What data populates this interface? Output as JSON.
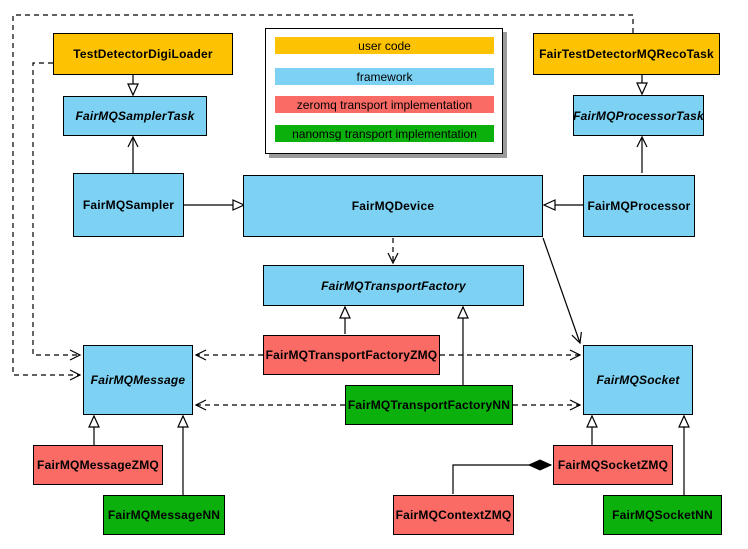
{
  "legend": {
    "items": [
      {
        "label": "user code",
        "color": "#FDC202"
      },
      {
        "label": "framework",
        "color": "#7DD2F4"
      },
      {
        "label": "zeromq transport implementation",
        "color": "#FB6B66"
      },
      {
        "label": "nanomsg transport implementation",
        "color": "#0CB00C"
      }
    ]
  },
  "nodes": {
    "digi_loader": {
      "label": "TestDetectorDigiLoader",
      "category": "user code",
      "abstract": false
    },
    "sampler_task": {
      "label": "FairMQSamplerTask",
      "category": "framework",
      "abstract": true
    },
    "sampler": {
      "label": "FairMQSampler",
      "category": "framework",
      "abstract": false
    },
    "reco_task": {
      "label": "FairTestDetectorMQRecoTask",
      "category": "user code",
      "abstract": false
    },
    "processor_task": {
      "label": "FairMQProcessorTask",
      "category": "framework",
      "abstract": true
    },
    "device": {
      "label": "FairMQDevice",
      "category": "framework",
      "abstract": false
    },
    "processor": {
      "label": "FairMQProcessor",
      "category": "framework",
      "abstract": false
    },
    "transport_factory": {
      "label": "FairMQTransportFactory",
      "category": "framework",
      "abstract": true
    },
    "transport_factory_zmq": {
      "label": "FairMQTransportFactoryZMQ",
      "category": "zeromq transport implementation",
      "abstract": false
    },
    "transport_factory_nn": {
      "label": "FairMQTransportFactoryNN",
      "category": "nanomsg transport implementation",
      "abstract": false
    },
    "message": {
      "label": "FairMQMessage",
      "category": "framework",
      "abstract": true
    },
    "socket": {
      "label": "FairMQSocket",
      "category": "framework",
      "abstract": true
    },
    "message_zmq": {
      "label": "FairMQMessageZMQ",
      "category": "zeromq transport implementation",
      "abstract": false
    },
    "message_nn": {
      "label": "FairMQMessageNN",
      "category": "nanomsg transport implementation",
      "abstract": false
    },
    "context_zmq": {
      "label": "FairMQContextZMQ",
      "category": "zeromq transport implementation",
      "abstract": false
    },
    "socket_zmq": {
      "label": "FairMQSocketZMQ",
      "category": "zeromq transport implementation",
      "abstract": false
    },
    "socket_nn": {
      "label": "FairMQSocketNN",
      "category": "nanomsg transport implementation",
      "abstract": false
    }
  },
  "edges": [
    {
      "from": "TestDetectorDigiLoader",
      "to": "FairMQSamplerTask",
      "line": "solid",
      "arrow": "hollow-triangle"
    },
    {
      "from": "FairMQSampler",
      "to": "FairMQSamplerTask",
      "line": "solid",
      "arrow": "open-vee"
    },
    {
      "from": "FairTestDetectorMQRecoTask",
      "to": "FairMQProcessorTask",
      "line": "solid",
      "arrow": "hollow-triangle"
    },
    {
      "from": "FairMQProcessor",
      "to": "FairMQProcessorTask",
      "line": "solid",
      "arrow": "open-vee"
    },
    {
      "from": "FairMQSampler",
      "to": "FairMQDevice",
      "line": "solid",
      "arrow": "hollow-triangle"
    },
    {
      "from": "FairMQProcessor",
      "to": "FairMQDevice",
      "line": "solid",
      "arrow": "hollow-triangle"
    },
    {
      "from": "FairMQDevice",
      "to": "FairMQTransportFactory",
      "line": "dashed",
      "arrow": "open-vee"
    },
    {
      "from": "FairMQDevice",
      "to": "FairMQSocket",
      "line": "solid",
      "arrow": "open-vee"
    },
    {
      "from": "FairMQTransportFactoryZMQ",
      "to": "FairMQTransportFactory",
      "line": "solid",
      "arrow": "hollow-triangle"
    },
    {
      "from": "FairMQTransportFactoryNN",
      "to": "FairMQTransportFactory",
      "line": "solid",
      "arrow": "hollow-triangle"
    },
    {
      "from": "FairMQTransportFactoryZMQ",
      "to": "FairMQMessage",
      "line": "dashed",
      "arrow": "open-vee"
    },
    {
      "from": "FairMQTransportFactoryZMQ",
      "to": "FairMQSocket",
      "line": "dashed",
      "arrow": "open-vee"
    },
    {
      "from": "FairMQTransportFactoryNN",
      "to": "FairMQMessage",
      "line": "dashed",
      "arrow": "open-vee"
    },
    {
      "from": "FairMQTransportFactoryNN",
      "to": "FairMQSocket",
      "line": "dashed",
      "arrow": "open-vee"
    },
    {
      "from": "TestDetectorDigiLoader",
      "to": "FairMQMessage",
      "line": "dashed",
      "arrow": "open-vee"
    },
    {
      "from": "FairTestDetectorMQRecoTask",
      "to": "FairMQMessage",
      "line": "dashed",
      "arrow": "open-vee"
    },
    {
      "from": "FairMQMessageZMQ",
      "to": "FairMQMessage",
      "line": "solid",
      "arrow": "hollow-triangle"
    },
    {
      "from": "FairMQMessageNN",
      "to": "FairMQMessage",
      "line": "solid",
      "arrow": "hollow-triangle"
    },
    {
      "from": "FairMQSocketZMQ",
      "to": "FairMQSocket",
      "line": "solid",
      "arrow": "hollow-triangle"
    },
    {
      "from": "FairMQSocketNN",
      "to": "FairMQSocket",
      "line": "solid",
      "arrow": "hollow-triangle"
    },
    {
      "from": "FairMQContextZMQ",
      "to": "FairMQSocketZMQ",
      "line": "solid",
      "arrow": "filled-diamond"
    }
  ]
}
